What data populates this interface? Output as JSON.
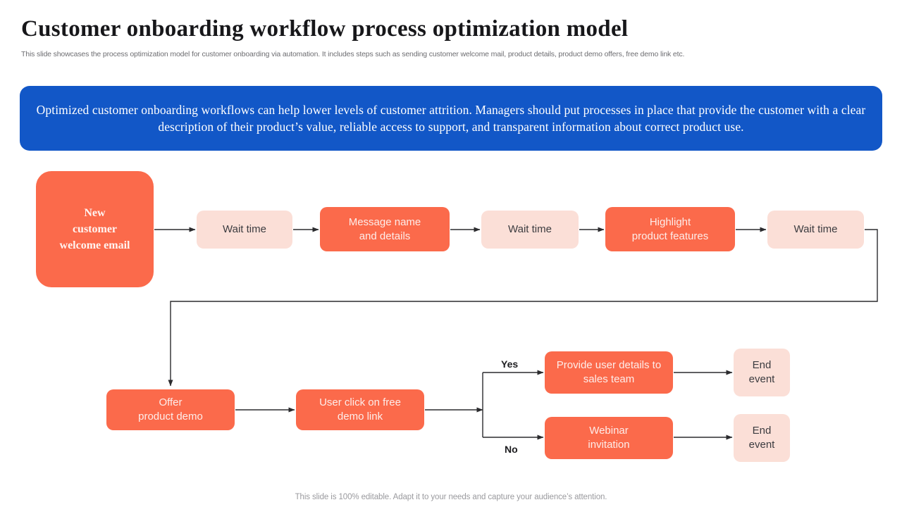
{
  "header": {
    "title": "Customer onboarding workflow process optimization model",
    "subtitle": "This slide showcases the process optimization model for customer onboarding via automation. It includes steps such as sending customer welcome mail, product details, product demo offers, free demo link etc."
  },
  "banner": {
    "text": "Optimized customer onboarding workflows can help lower levels of customer attrition. Managers should put processes in place that provide the customer with a clear description of their product’s value, reliable access to support, and transparent information about correct product use.",
    "background_color": "#1257C7",
    "text_color": "#FFFFFF"
  },
  "flow": {
    "colors": {
      "solid": "#FB6A4B",
      "light": "#FBDFD7",
      "connector": "#2b2b2e"
    },
    "nodes": {
      "start": "New\ncustomer\nwelcome email",
      "wait_1": "Wait time",
      "message": "Message name\nand details",
      "wait_2": "Wait time",
      "highlight": "Highlight\nproduct features",
      "wait_3": "Wait time",
      "offer": "Offer\nproduct demo",
      "user_click": "User click on free\ndemo link",
      "provide": "Provide user details to\nsales team",
      "end_1": "End\nevent",
      "webinar": "Webinar\ninvitation",
      "end_2": "End\nevent"
    },
    "branch_labels": {
      "yes": "Yes",
      "no": "No"
    }
  },
  "footer": {
    "note": "This slide is 100% editable. Adapt it to your needs and capture your audience’s attention."
  }
}
